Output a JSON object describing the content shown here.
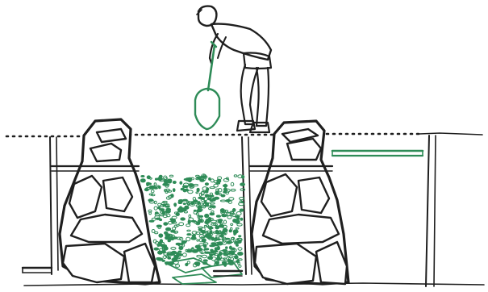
{
  "diagram": {
    "description_visible_text": "",
    "colors": {
      "ink": "#1f1f1f",
      "accent_green": "#2e8b57",
      "background": "#ffffff"
    },
    "elements": [
      {
        "id": "worker",
        "icon": "person-digging-icon"
      },
      {
        "id": "shovel",
        "icon": "shovel-icon"
      },
      {
        "id": "ground-line",
        "icon": "dotted-line-icon"
      },
      {
        "id": "left-stone-wall",
        "icon": "stone-wall-icon"
      },
      {
        "id": "right-stone-wall",
        "icon": "stone-wall-icon"
      },
      {
        "id": "gravel-fill",
        "icon": "gravel-icon"
      },
      {
        "id": "drain-pipe-left",
        "icon": "pipe-icon"
      },
      {
        "id": "drain-pipe-bottom",
        "icon": "pipe-icon"
      },
      {
        "id": "green-board",
        "icon": "board-icon"
      }
    ]
  }
}
